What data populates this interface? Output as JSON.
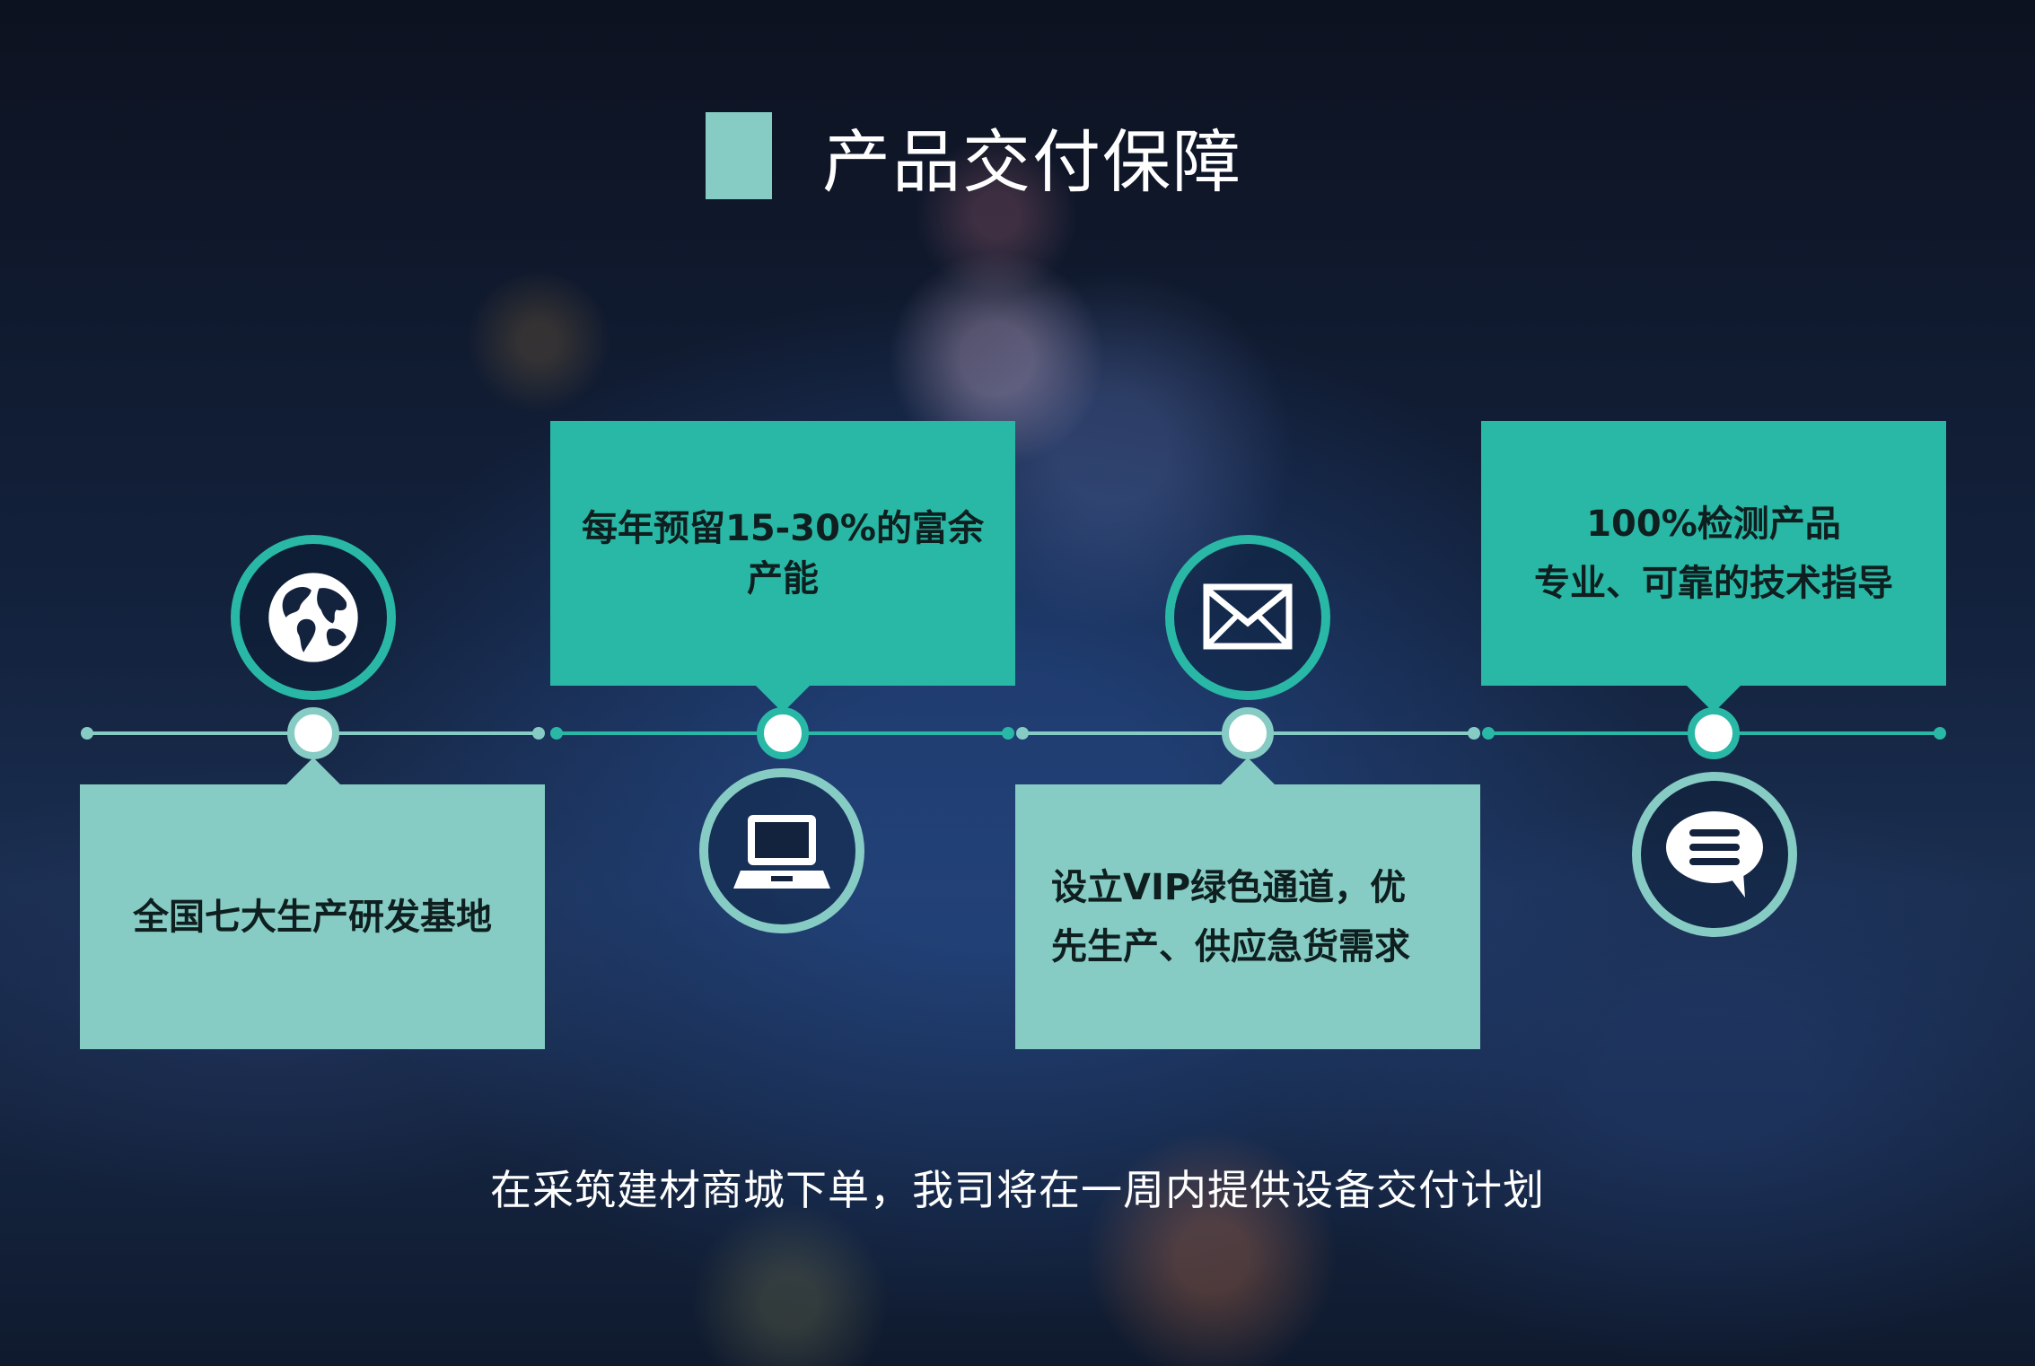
{
  "title": "产品交付保障",
  "colors": {
    "teal": "#29b8a6",
    "mint": "#86ccc4",
    "white": "#ffffff"
  },
  "steps": [
    {
      "icon": "globe-icon",
      "lines": [
        "全国七大生产研发基地"
      ]
    },
    {
      "icon": "laptop-icon",
      "lines": [
        "每年预留15-30%的富余",
        "产能"
      ]
    },
    {
      "icon": "envelope-icon",
      "lines": [
        "设立VIP绿色通道，优",
        "先生产、供应急货需求"
      ]
    },
    {
      "icon": "chat-bubble-icon",
      "lines": [
        "100%检测产品",
        "专业、可靠的技术指导"
      ]
    }
  ],
  "footer": "在采筑建材商城下单，我司将在一周内提供设备交付计划"
}
